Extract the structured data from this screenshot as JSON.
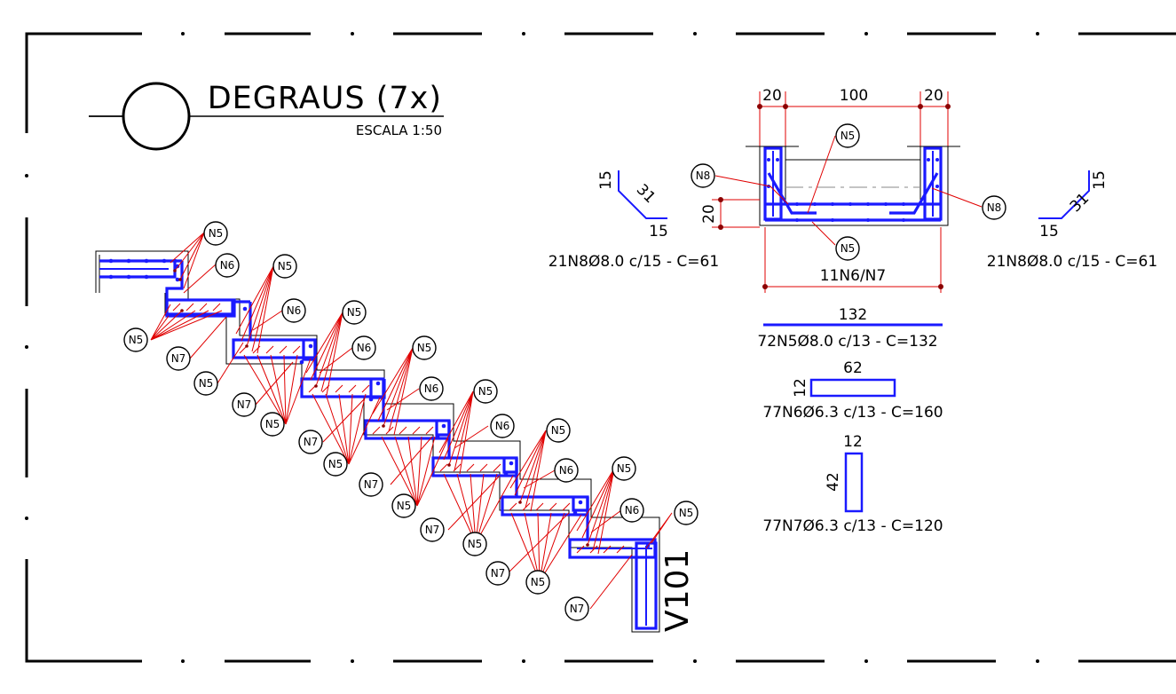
{
  "title": {
    "main": "DEGRAUS (7x)",
    "scale": "ESCALA 1:50"
  },
  "stair": {
    "beam_label": "V101",
    "tag_n5": "N5",
    "tag_n6": "N6",
    "tag_n7": "N7"
  },
  "section": {
    "dim_left": "20",
    "dim_mid": "100",
    "dim_right": "20",
    "dim_height": "20",
    "bottom_label": "11N6/N7",
    "tag_n5": "N5",
    "tag_n8": "N8"
  },
  "bars": {
    "n8_left": {
      "side": "15",
      "diag": "31",
      "base": "15",
      "caption": "21N8Ø8.0 c/15 - C=61"
    },
    "n8_right": {
      "side": "15",
      "diag": "31",
      "base": "15",
      "caption": "21N8Ø8.0 c/15 - C=61"
    },
    "n5": {
      "length": "132",
      "caption": "72N5Ø8.0 c/13 - C=132"
    },
    "n6": {
      "width": "62",
      "height": "12",
      "caption": "77N6Ø6.3 c/13 - C=160"
    },
    "n7": {
      "width": "12",
      "height": "42",
      "caption": "77N7Ø6.3 c/13 - C=120"
    }
  },
  "colors": {
    "rebar": "#1a1aff",
    "leader": "#e00000",
    "line": "#000000"
  }
}
